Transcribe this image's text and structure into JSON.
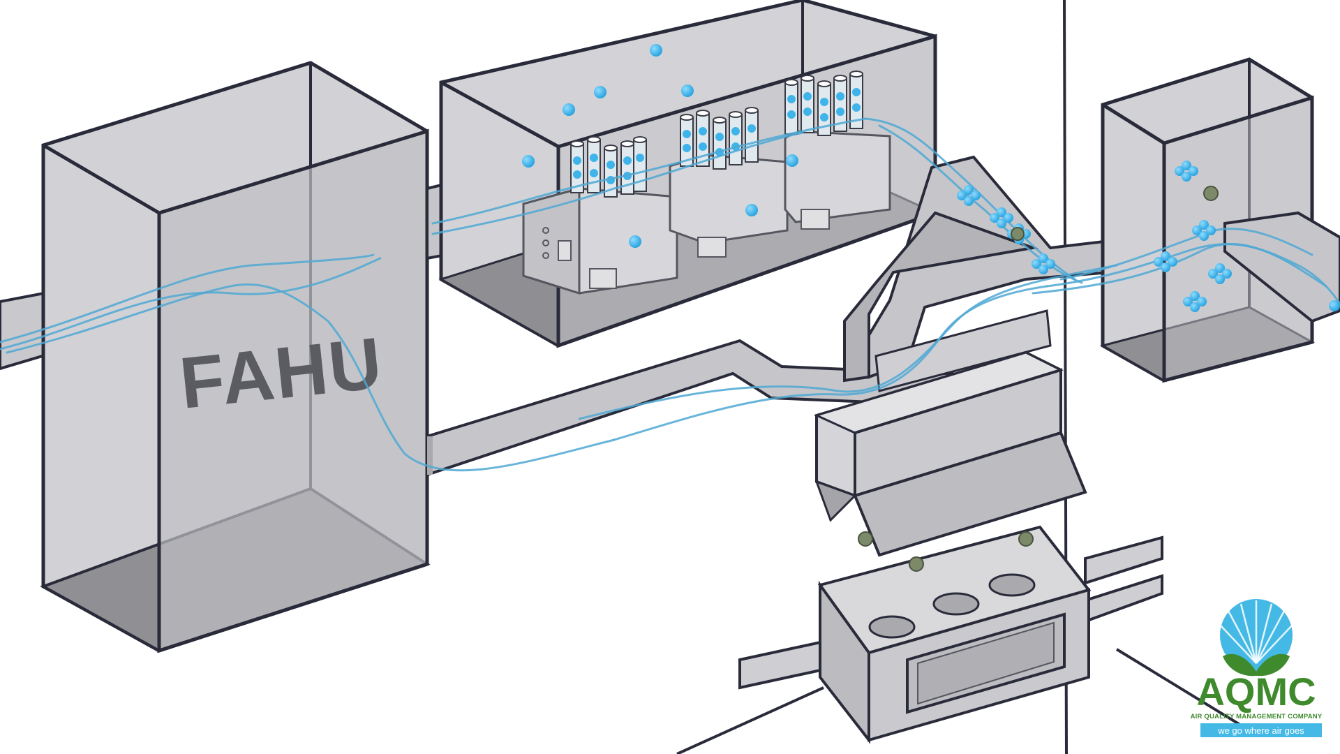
{
  "diagram": {
    "unit_label": "FAHU"
  },
  "logo": {
    "name": "AQMC",
    "subtitle": "AIR QUALITY MANAGEMENT COMPANY",
    "tagline": "we go where air goes"
  },
  "colors": {
    "outline": "#2a2b3a",
    "glass": "#cfcfd3",
    "glass_dark": "#a9a9ae",
    "glass_floor": "#8d8d92",
    "airflow": "#4fa8d3",
    "ion": "#38b3e8",
    "pollutant": "#7c8a6a",
    "logo_green": "#3f8a2c",
    "logo_blue": "#44b9e6"
  }
}
